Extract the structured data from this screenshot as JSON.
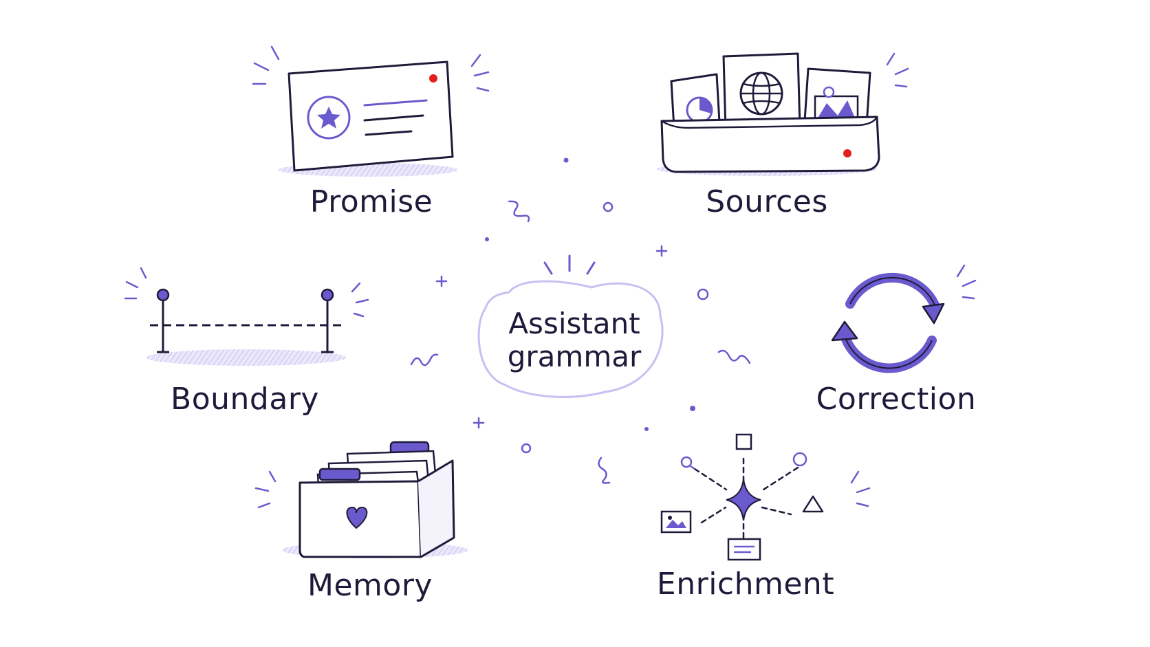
{
  "center": {
    "line1": "Assistant",
    "line2": "grammar"
  },
  "nodes": {
    "promise": {
      "label": "Promise"
    },
    "sources": {
      "label": "Sources"
    },
    "boundary": {
      "label": "Boundary"
    },
    "correction": {
      "label": "Correction"
    },
    "memory": {
      "label": "Memory"
    },
    "enrichment": {
      "label": "Enrichment"
    }
  },
  "colors": {
    "accent": "#6a5acd",
    "accent_light": "#d9d3f5",
    "ink": "#1e1b3a",
    "alert_dot": "#e0201c"
  }
}
